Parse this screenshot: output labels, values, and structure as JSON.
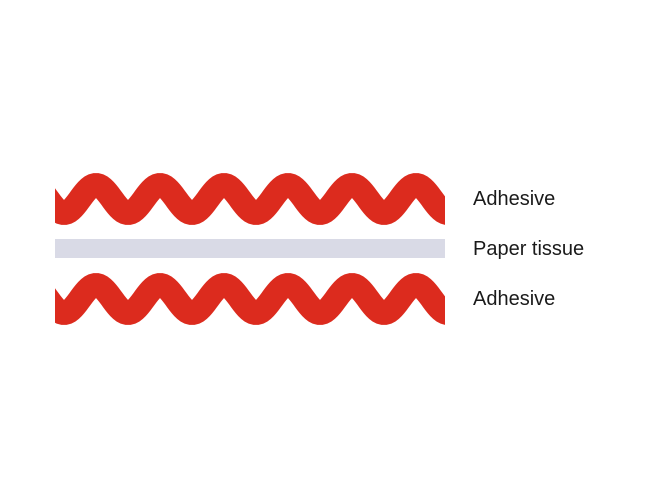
{
  "layers": {
    "top": {
      "label": "Adhesive"
    },
    "middle": {
      "label": "Paper tissue"
    },
    "bottom": {
      "label": "Adhesive"
    }
  },
  "colors": {
    "adhesive": "#dc2b1e",
    "paper_tissue": "#d9dae6",
    "text": "#1a1a1a",
    "background": "#ffffff"
  }
}
